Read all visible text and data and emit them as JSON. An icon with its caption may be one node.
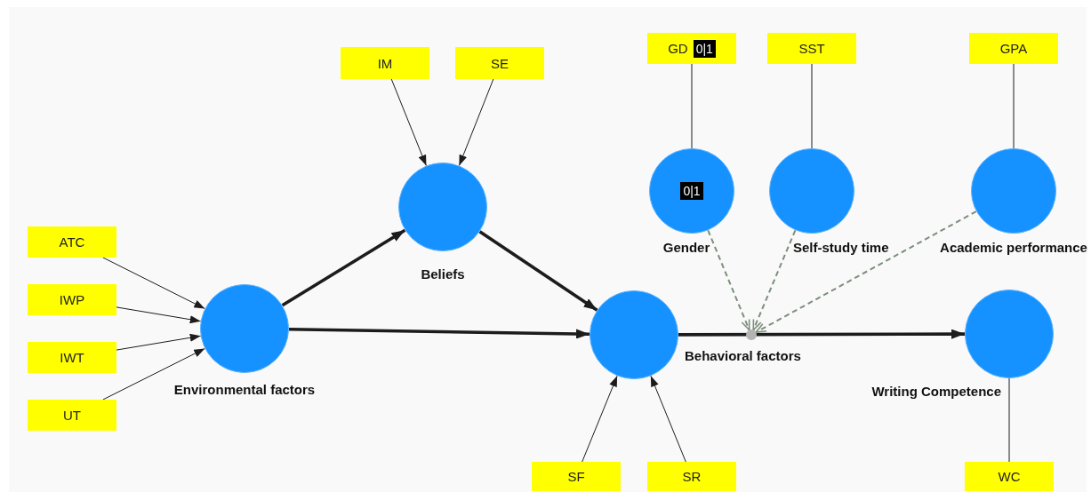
{
  "diagram": {
    "nodes": [
      {
        "text": [
          "IM"
        ]
      },
      {
        "text": [
          "SE"
        ]
      },
      {
        "text": [
          "GD",
          "0|1"
        ]
      },
      {
        "text": [
          "SST"
        ]
      },
      {
        "text": [
          "GPA"
        ]
      },
      {
        "text": [
          "0|1"
        ],
        "beside": [
          "Gender"
        ]
      },
      {
        "text": [],
        "shape": "circle",
        "beside": [
          "Self-study time"
        ]
      },
      {
        "text": [],
        "shape": "circle",
        "beside": [
          "Academic performance"
        ]
      },
      {
        "text": [],
        "shape": "circle",
        "beside": [
          "Beliefs"
        ]
      },
      {
        "text": [
          "ATC"
        ]
      },
      {
        "text": [
          "IWP"
        ]
      },
      {
        "text": [
          "IWT"
        ]
      },
      {
        "text": [
          "UT"
        ]
      },
      {
        "text": [],
        "shape": "circle",
        "beside": [
          "Environmental factors"
        ]
      },
      {
        "text": [],
        "shape": "circle",
        "beside": [
          "Behavioral factors"
        ]
      },
      {
        "text": [],
        "shape": "circle"
      },
      {
        "text": [],
        "shape": "circle",
        "beside": [
          "Writing Competence"
        ]
      },
      {
        "text": [
          "SF"
        ]
      },
      {
        "text": [
          "SR"
        ]
      },
      {
        "text": [
          "WC"
        ]
      }
    ],
    "edges": [
      {
        "from": 0,
        "to": 8,
        "arrow": "to"
      },
      {
        "from": 1,
        "to": 8,
        "arrow": "to"
      },
      {
        "from": 2,
        "to": 5,
        "arrow": "none"
      },
      {
        "from": 3,
        "to": 6,
        "arrow": "none"
      },
      {
        "from": 4,
        "to": 7,
        "arrow": "none"
      },
      {
        "from": 9,
        "to": 13,
        "arrow": "to"
      },
      {
        "from": 10,
        "to": 13,
        "arrow": "to"
      },
      {
        "from": 11,
        "to": 13,
        "arrow": "to"
      },
      {
        "from": 12,
        "to": 13,
        "arrow": "to"
      },
      {
        "from": 13,
        "to": 8,
        "arrow": "to",
        "style": "thick"
      },
      {
        "from": 13,
        "to": 14,
        "arrow": "to",
        "style": "thick"
      },
      {
        "from": 8,
        "to": 14,
        "arrow": "to",
        "style": "thick"
      },
      {
        "from": 14,
        "to": 16,
        "arrow": "to",
        "style": "thick"
      },
      {
        "from": 5,
        "to": 15,
        "arrow": "to",
        "style": "dashed",
        "color": "#7d8e7d"
      },
      {
        "from": 6,
        "to": 15,
        "arrow": "to",
        "style": "dashed",
        "color": "#7d8e7d"
      },
      {
        "from": 7,
        "to": 15,
        "arrow": "to",
        "style": "dashed",
        "color": "#7d8e7d"
      },
      {
        "from": 17,
        "to": 14,
        "arrow": "to"
      },
      {
        "from": 18,
        "to": 14,
        "arrow": "to"
      },
      {
        "from": 16,
        "to": 19,
        "arrow": "none"
      }
    ]
  }
}
